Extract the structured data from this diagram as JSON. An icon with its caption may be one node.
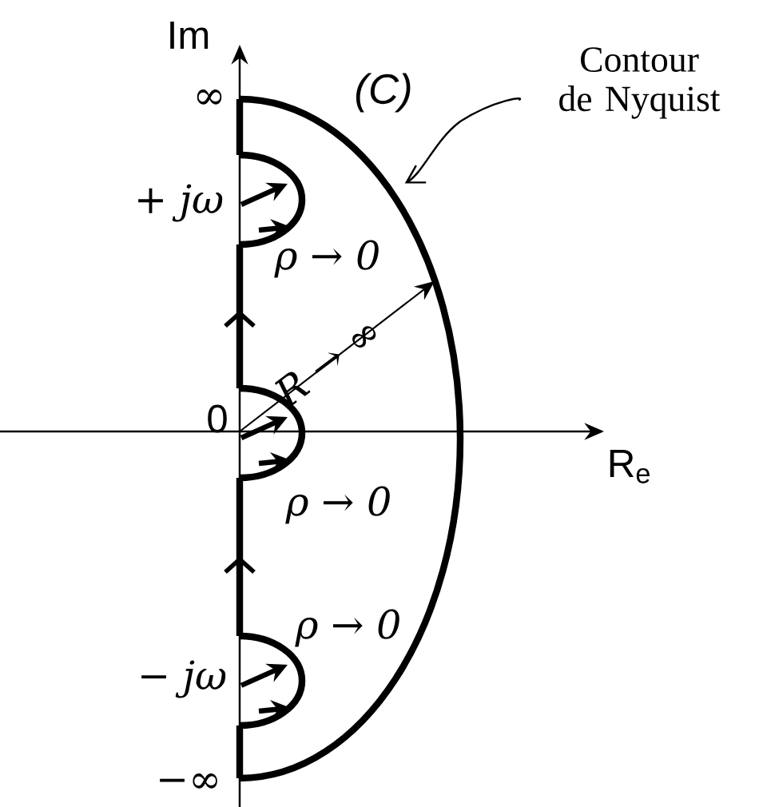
{
  "diagram": {
    "nodes": [
      {
        "text": [
          "Contour de Nyquist"
        ]
      },
      {
        "text": [],
        "shape": "picture"
      }
    ],
    "edges": [
      {
        "from": 0,
        "to": 1,
        "arrow": "to"
      }
    ],
    "labels": [
      "Im",
      "(C)",
      "∞",
      "+ jω",
      "ρ → 0",
      "R → ∞",
      "0",
      "R$_{e}$",
      "ρ → 0",
      "ρ → 0",
      "− jω",
      "−∞"
    ]
  }
}
